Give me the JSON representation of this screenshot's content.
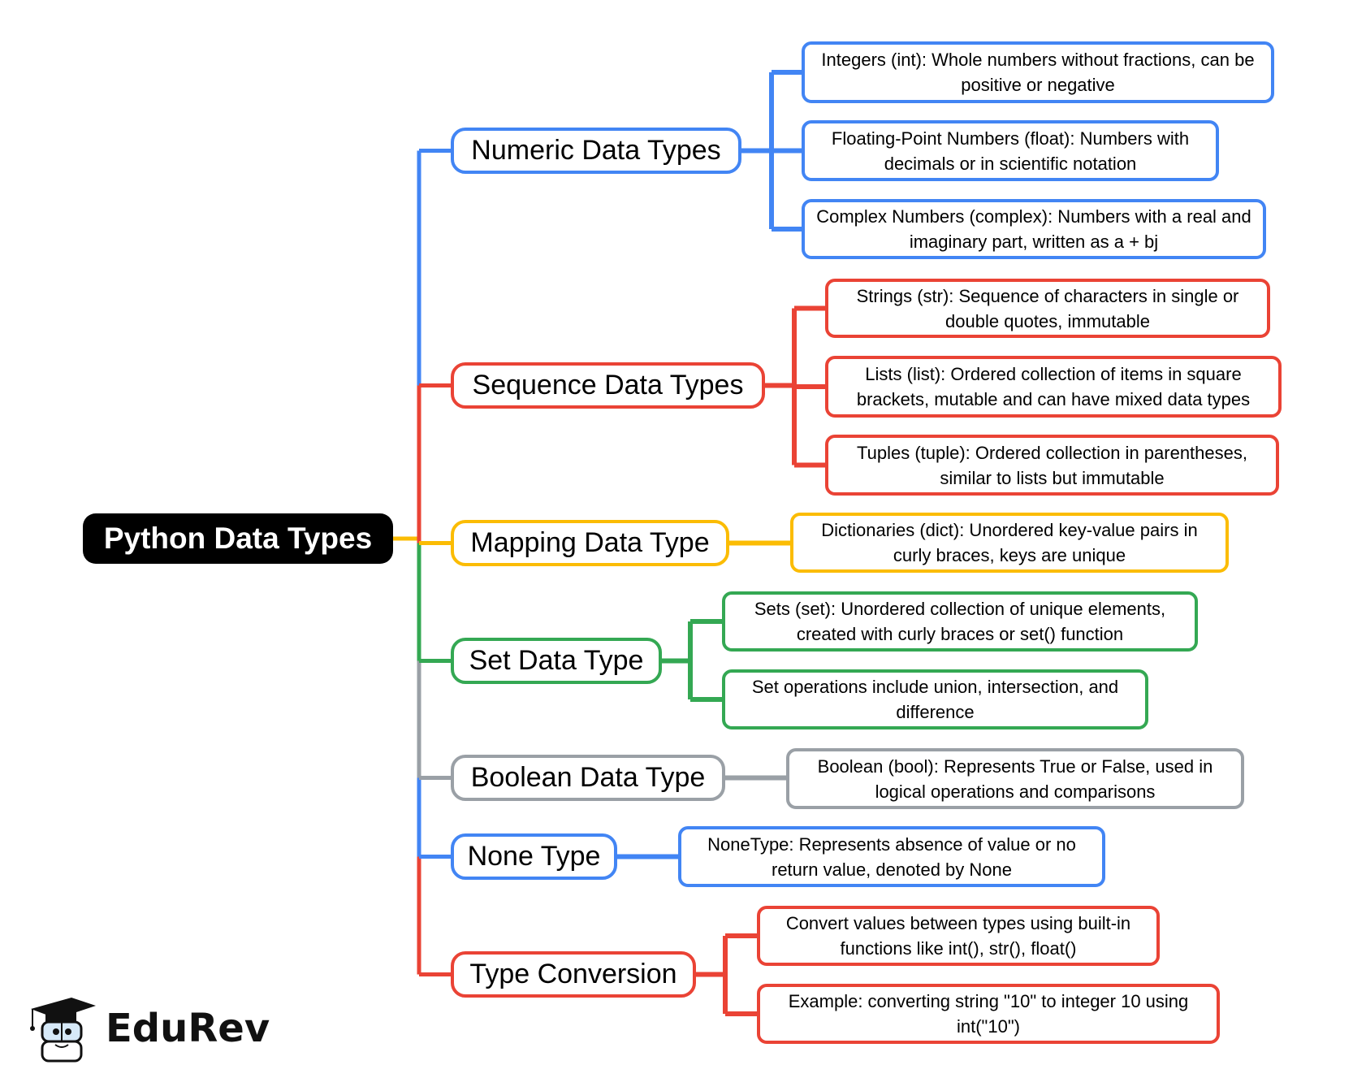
{
  "root": {
    "label": "Python Data Types"
  },
  "colors": {
    "blue": "#4285F4",
    "red": "#EA4335",
    "yellow": "#FBBC04",
    "green": "#34A853",
    "grey": "#9AA0A6",
    "root_bg": "#000000"
  },
  "categories": [
    {
      "label": "Numeric Data Types",
      "color": "blue",
      "items": [
        "Integers (int): Whole numbers without fractions, can be positive or negative",
        "Floating-Point Numbers (float): Numbers with decimals or in scientific notation",
        "Complex Numbers (complex): Numbers with a real and imaginary part, written as a + bj"
      ]
    },
    {
      "label": "Sequence Data Types",
      "color": "red",
      "items": [
        "Strings (str): Sequence of characters in single or double quotes, immutable",
        "Lists (list): Ordered collection of items in square brackets, mutable and can have mixed data types",
        "Tuples (tuple): Ordered collection in parentheses, similar to lists but immutable"
      ]
    },
    {
      "label": "Mapping Data Type",
      "color": "yellow",
      "items": [
        "Dictionaries (dict): Unordered key-value pairs in curly braces, keys are unique"
      ]
    },
    {
      "label": "Set Data Type",
      "color": "green",
      "items": [
        "Sets (set): Unordered collection of unique elements, created with curly braces or set() function",
        "Set operations include union, intersection, and difference"
      ]
    },
    {
      "label": "Boolean Data Type",
      "color": "grey",
      "items": [
        "Boolean (bool): Represents True or False, used in logical operations and comparisons"
      ]
    },
    {
      "label": "None Type",
      "color": "blue",
      "items": [
        "NoneType: Represents absence of value or no return value, denoted by None"
      ]
    },
    {
      "label": "Type Conversion",
      "color": "red",
      "items": [
        "Convert values between types using built-in functions like int(), str(), float()",
        "Example: converting string \"10\" to integer 10 using int(\"10\")"
      ]
    }
  ],
  "logo": {
    "brand": "EduRev",
    "icon": "graduate-cap-book-mascot-icon"
  }
}
